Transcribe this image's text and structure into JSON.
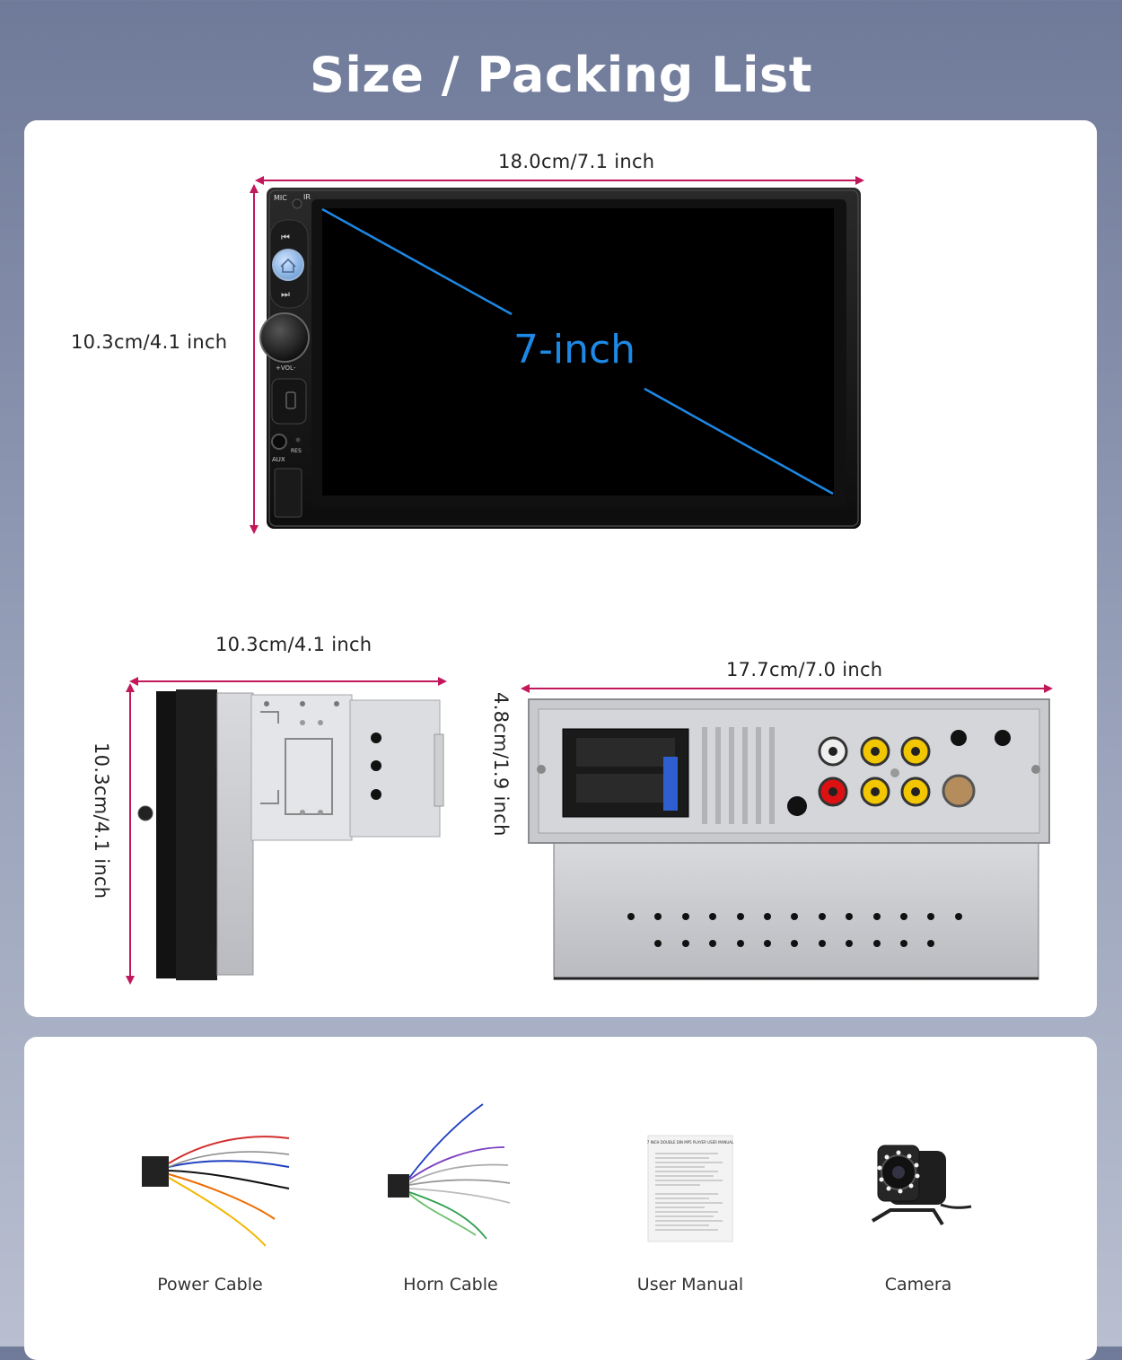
{
  "title": "Size / Packing List",
  "dimensions": {
    "front_width": "18.0cm/7.1 inch",
    "front_height": "10.3cm/4.1 inch",
    "side_depth": "10.3cm/4.1 inch",
    "side_height": "10.3cm/4.1 inch",
    "rear_width": "17.7cm/7.0 inch",
    "rear_height": "4.8cm/1.9 inch"
  },
  "screen_label": "7-inch",
  "panel_labels": {
    "mic": "MIC",
    "ir": "IR",
    "vol": "+VOL-",
    "res": "RES",
    "aux": "AUX"
  },
  "packing_list": [
    {
      "label": "Power Cable",
      "icon": "power-cable-icon"
    },
    {
      "label": "Horn Cable",
      "icon": "horn-cable-icon"
    },
    {
      "label": "User Manual",
      "icon": "user-manual-icon"
    },
    {
      "label": "Camera",
      "icon": "camera-icon"
    }
  ],
  "manual_heading": "7 INCH DOUBLE DIN MP5 PLAYER USER MANUAL",
  "colors": {
    "dimension_line": "#c2185b",
    "screen_accent": "#1e88e5",
    "background_top": "#6f7a99"
  }
}
